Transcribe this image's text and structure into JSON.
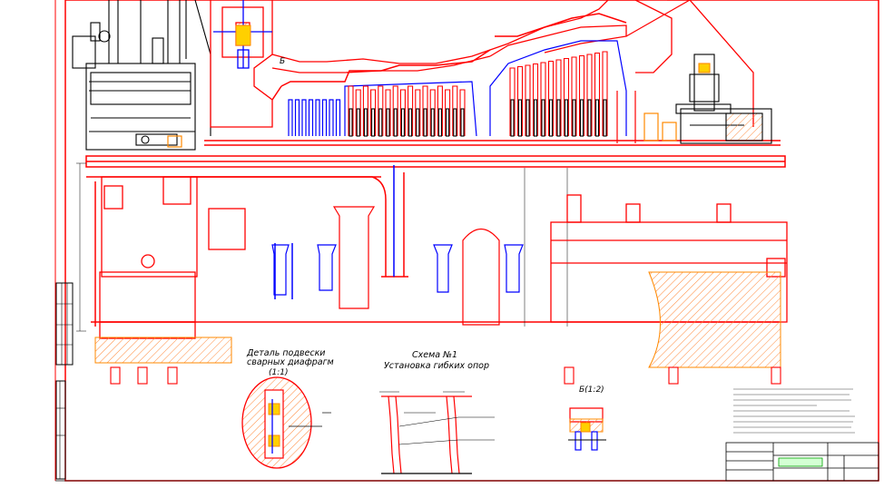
{
  "drawing": {
    "colors": {
      "red": "#ff0000",
      "blue": "#0000ff",
      "black": "#000000",
      "orange": "#ff8800",
      "green": "#00b000",
      "hatch": "#ff8a3c"
    },
    "labels": {
      "detail_b_marker": "Б",
      "detail_title_line1": "Деталь подвески",
      "detail_title_line2": "сварных диафрагм",
      "detail_scale": "(1:1)",
      "scheme_title_line1": "Схема №1",
      "scheme_title_line2": "Установка гибких опор",
      "view_b_label": "Б(1:2)"
    }
  }
}
